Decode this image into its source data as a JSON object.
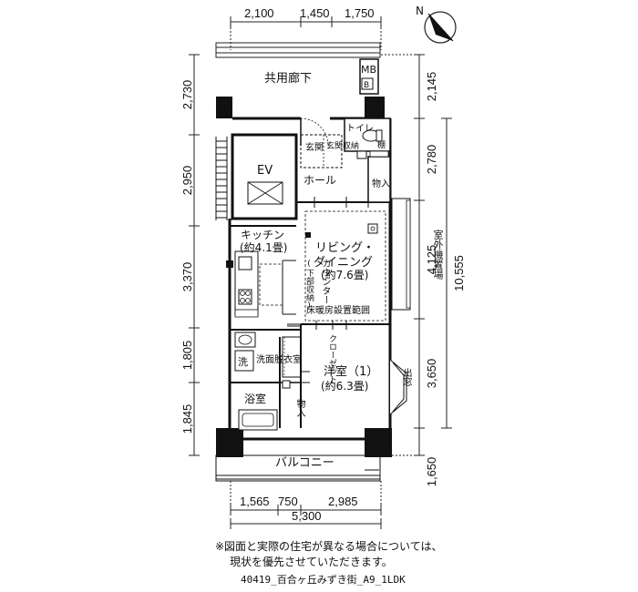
{
  "rooms": {
    "common_corridor": "共用廊下",
    "mb": "MB",
    "mb_b": "B",
    "ev": "EV",
    "toilet": "トイレ",
    "shelf": "棚",
    "genkan": "玄関",
    "genkan_storage": "玄関収納",
    "hall": "ホール",
    "storage": "物入",
    "ac": "AC",
    "kitchen": "キッチン",
    "kitchen_size": "(約4.1畳)",
    "lower_storage": "(下部収納)",
    "counter": "カウンター",
    "living": "リビング・",
    "dining": "ダイニング",
    "living_size": "(約7.6畳)",
    "floor_heating": "床暖房設置範囲",
    "outdoor_unit": "室外機置場",
    "washroom": "洗面脱衣室",
    "wash": "洗",
    "closet": "クローゼット",
    "bathroom": "浴室",
    "storage2": "物入",
    "bedroom": "洋室（1）",
    "bedroom_size": "(約6.3畳)",
    "bay_window": "出窓",
    "balcony": "バルコニー"
  },
  "dimensions": {
    "top": [
      "2,100",
      "1,450",
      "1,750"
    ],
    "left": [
      "2,730",
      "2,950",
      "3,370",
      "1,805",
      "1,845"
    ],
    "right_inner": [
      "2,145",
      "2,780",
      "4,125",
      "3,650",
      "1,650"
    ],
    "right_total": "10,555",
    "bottom": [
      "1,565",
      "750",
      "2,985"
    ],
    "bottom_total": "5,300"
  },
  "compass": {
    "label": "N"
  },
  "note": {
    "line1": "※図面と実際の住宅が異なる場合については、",
    "line2": "現状を優先させていただきます。"
  },
  "plan_code": "40419_百合ヶ丘みずき街_A9_1LDK"
}
